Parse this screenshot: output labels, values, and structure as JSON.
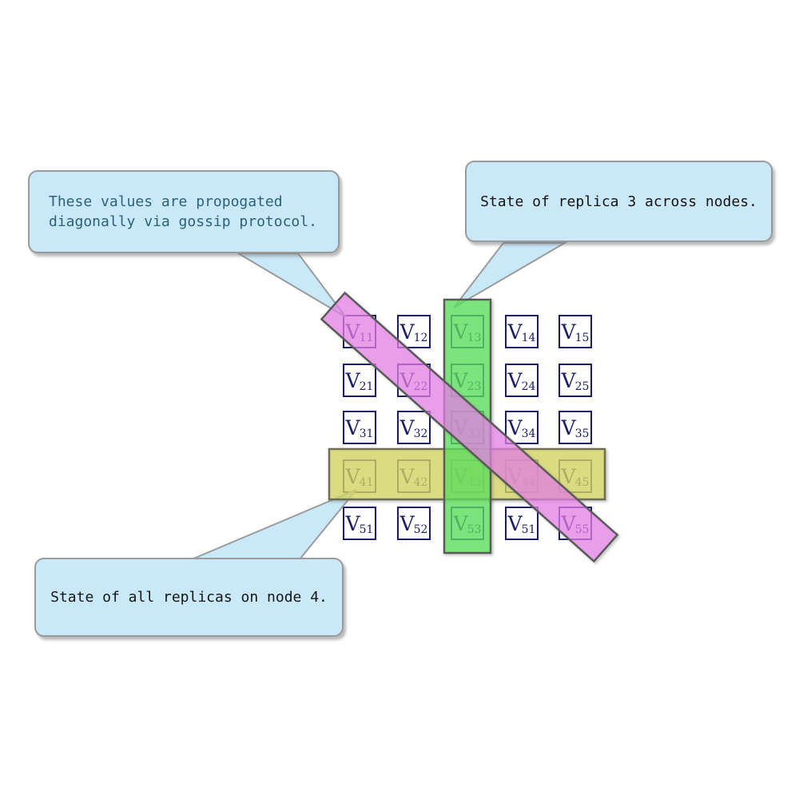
{
  "callouts": [
    {
      "id": "gossip",
      "lines": [
        "These values are propogated",
        "diagonally via gossip protocol."
      ],
      "text_color": "#2e6177"
    },
    {
      "id": "replica3",
      "lines": [
        "State of replica 3 across nodes."
      ],
      "text_color": "#151515"
    },
    {
      "id": "node4",
      "lines": [
        "State of all replicas on node 4."
      ],
      "text_color": "#151515"
    }
  ],
  "callout_style": {
    "fill": "#c9e9f9",
    "border": "#9b9b9b"
  },
  "matrix": {
    "rows": 5,
    "cols": 5,
    "cell_border_color": "#1b1b6b",
    "cell_text_color": "#1b1b6b",
    "cells": [
      {
        "v": "V",
        "sub": "11"
      },
      {
        "v": "V",
        "sub": "12"
      },
      {
        "v": "V",
        "sub": "13"
      },
      {
        "v": "V",
        "sub": "14"
      },
      {
        "v": "V",
        "sub": "15"
      },
      {
        "v": "V",
        "sub": "21"
      },
      {
        "v": "V",
        "sub": "22"
      },
      {
        "v": "V",
        "sub": "23"
      },
      {
        "v": "V",
        "sub": "24"
      },
      {
        "v": "V",
        "sub": "25"
      },
      {
        "v": "V",
        "sub": "31"
      },
      {
        "v": "V",
        "sub": "32"
      },
      {
        "v": "V",
        "sub": "33"
      },
      {
        "v": "V",
        "sub": "34"
      },
      {
        "v": "V",
        "sub": "35"
      },
      {
        "v": "V",
        "sub": "41"
      },
      {
        "v": "V",
        "sub": "42"
      },
      {
        "v": "V",
        "sub": "43"
      },
      {
        "v": "V",
        "sub": "44"
      },
      {
        "v": "V",
        "sub": "45"
      },
      {
        "v": "V",
        "sub": "51"
      },
      {
        "v": "V",
        "sub": "52"
      },
      {
        "v": "V",
        "sub": "53"
      },
      {
        "v": "V",
        "sub": "51"
      },
      {
        "v": "V",
        "sub": "55"
      }
    ]
  },
  "highlights": {
    "replica_column": {
      "color": "#5aeb5a",
      "covers": "column 3 (V13,V23,V33,V43,V53)"
    },
    "node_row": {
      "color": "#e0e05f",
      "covers": "row 4 (V41,V42,V43,V44,V45)"
    },
    "gossip_diagonal": {
      "color": "#f481f4",
      "covers": "diagonal (V11,V22,V33,V44,V55)"
    }
  }
}
